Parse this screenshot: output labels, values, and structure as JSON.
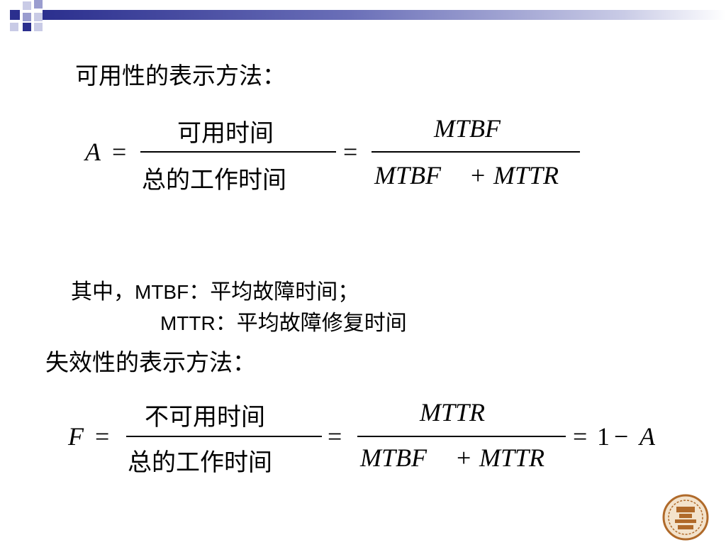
{
  "slide": {
    "availability_heading": "可用性的表示方法：",
    "availability_formula": {
      "lhs": "A",
      "eq1": "=",
      "numerator_cn": "可用时间",
      "denominator_cn": "总的工作时间",
      "eq2": "=",
      "numerator_abbr": "MTBF",
      "denominator_left": "MTBF",
      "denominator_plus": "+",
      "denominator_right": "MTTR"
    },
    "notes": {
      "line1_prefix": "其中，",
      "line1_term": "MTBF",
      "line1_def": "：平均故障时间；",
      "line2_term": "MTTR",
      "line2_def": "：平均故障修复时间"
    },
    "unavailability_heading": "失效性的表示方法：",
    "unavailability_formula": {
      "lhs": "F",
      "eq1": "=",
      "numerator_cn": "不可用时间",
      "denominator_cn": "总的工作时间",
      "eq2": "=",
      "numerator_abbr": "MTTR",
      "denominator_left": "MTBF",
      "denominator_plus": "+",
      "denominator_right": "MTTR",
      "eq3": "=",
      "one": "1",
      "minus": "−",
      "rhs_var": "A"
    }
  },
  "colors": {
    "accent": "#2b2f8e",
    "accent_light": "#9a9dcf",
    "logo": "#b06a2a"
  },
  "icons": {
    "corner_decoration": "blue-squares-icon",
    "university_logo": "university-seal-icon"
  }
}
